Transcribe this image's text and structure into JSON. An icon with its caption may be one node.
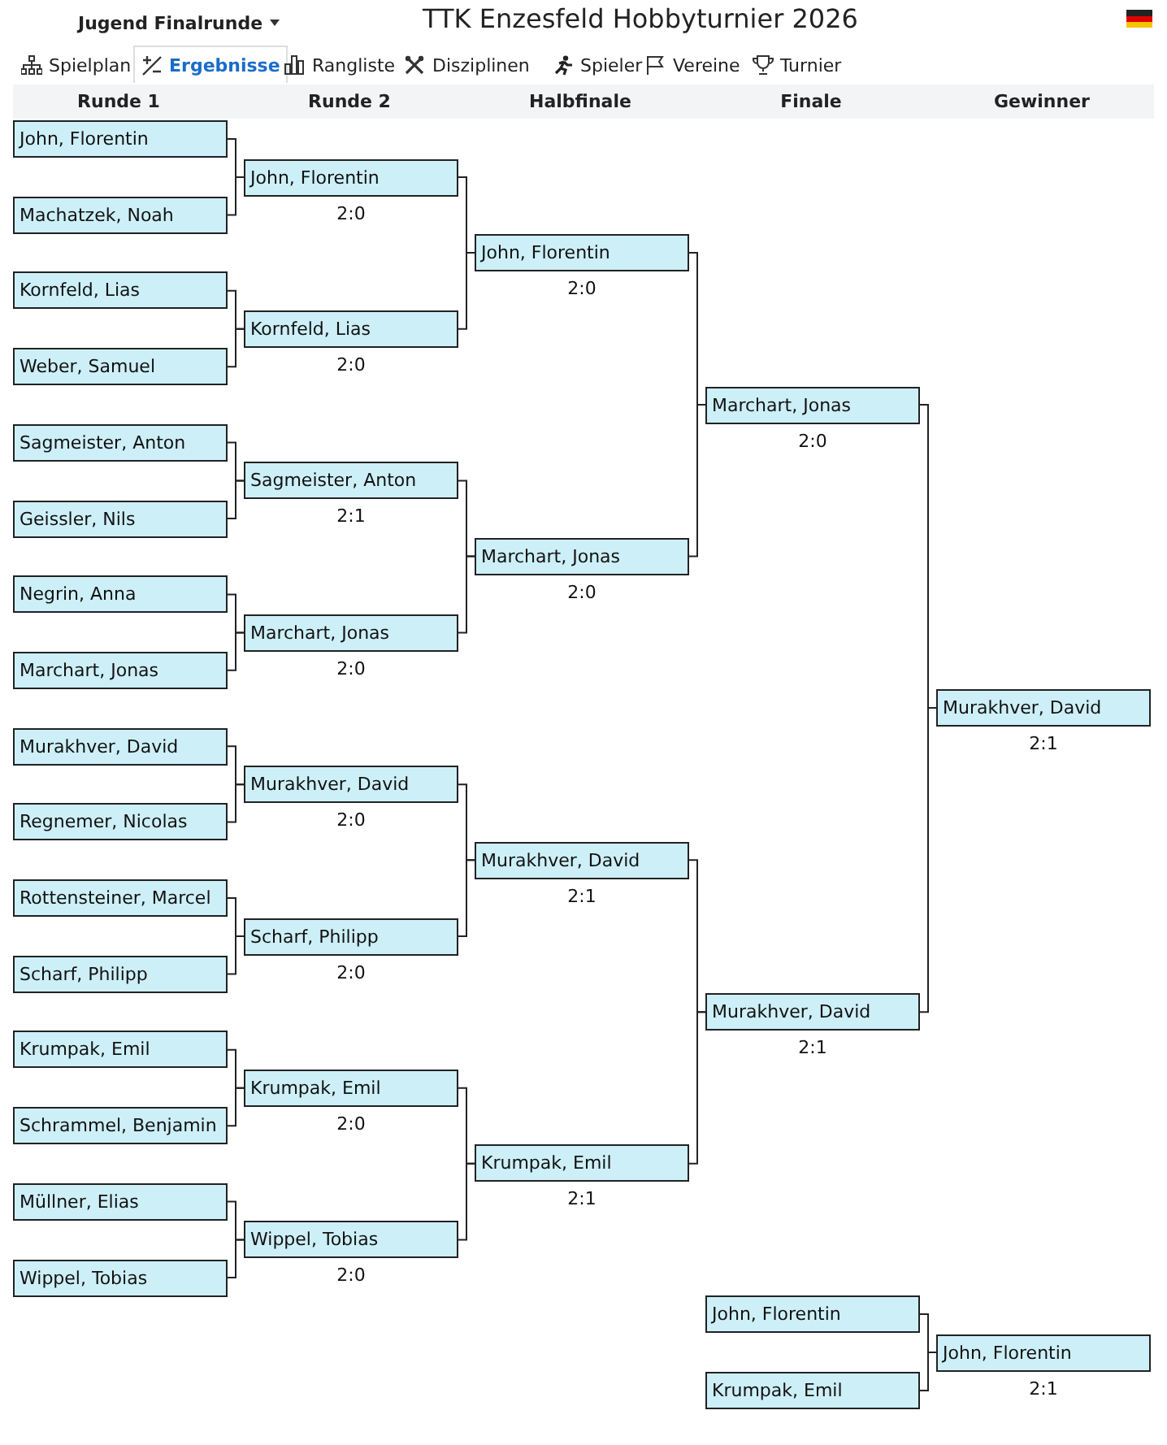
{
  "diagram": {
    "title": "TTK Enzesfeld Hobbyturnier 2026",
    "nodes": [
      {
        "text": [
          "John, Florentin"
        ]
      },
      {
        "text": [
          "Machatzek, Noah"
        ]
      },
      {
        "text": [
          "Kornfeld, Lias"
        ]
      },
      {
        "text": [
          "Weber, Samuel"
        ]
      },
      {
        "text": [
          "Sagmeister, Anton"
        ]
      },
      {
        "text": [
          "Geissler, Nils"
        ]
      },
      {
        "text": [
          "Negrin, Anna"
        ]
      },
      {
        "text": [
          "Marchart, Jonas"
        ]
      },
      {
        "text": [
          "Murakhver, David"
        ]
      },
      {
        "text": [
          "Regnemer, Nicolas"
        ]
      },
      {
        "text": [
          "Rottensteiner, Marcel"
        ]
      },
      {
        "text": [
          "Scharf, Philipp"
        ]
      },
      {
        "text": [
          "Krumpak, Emil"
        ]
      },
      {
        "text": [
          "Schrammel, Benjamin"
        ]
      },
      {
        "text": [
          "Müllner, Elias"
        ]
      },
      {
        "text": [
          "Wippel, Tobias"
        ]
      },
      {
        "text": [
          "John, Florentin"
        ],
        "beside": [
          "2:0"
        ]
      },
      {
        "text": [
          "Kornfeld, Lias"
        ],
        "beside": [
          "2:0"
        ]
      },
      {
        "text": [
          "Sagmeister, Anton"
        ],
        "beside": [
          "2:1"
        ]
      },
      {
        "text": [
          "Marchart, Jonas"
        ],
        "beside": [
          "2:0"
        ]
      },
      {
        "text": [
          "Murakhver, David"
        ],
        "beside": [
          "2:0"
        ]
      },
      {
        "text": [
          "Scharf, Philipp"
        ],
        "beside": [
          "2:0"
        ]
      },
      {
        "text": [
          "Krumpak, Emil"
        ],
        "beside": [
          "2:0"
        ]
      },
      {
        "text": [
          "Wippel, Tobias"
        ],
        "beside": [
          "2:0"
        ]
      },
      {
        "text": [
          "John, Florentin"
        ],
        "beside": [
          "2:0"
        ]
      },
      {
        "text": [
          "Marchart, Jonas"
        ],
        "beside": [
          "2:0"
        ]
      },
      {
        "text": [
          "Murakhver, David"
        ],
        "beside": [
          "2:1"
        ]
      },
      {
        "text": [
          "Krumpak, Emil"
        ],
        "beside": [
          "2:1"
        ]
      },
      {
        "text": [
          "Marchart, Jonas"
        ],
        "beside": [
          "2:0"
        ]
      },
      {
        "text": [
          "Murakhver, David"
        ],
        "beside": [
          "2:1"
        ]
      },
      {
        "text": [
          "Murakhver, David"
        ],
        "beside": [
          "2:1"
        ]
      },
      {
        "text": [
          "John, Florentin"
        ]
      },
      {
        "text": [
          "Krumpak, Emil"
        ]
      },
      {
        "text": [
          "John, Florentin"
        ],
        "beside": [
          "2:1"
        ]
      }
    ],
    "edges": [
      {
        "from": 0,
        "to": 16,
        "arrow": "none"
      },
      {
        "from": 1,
        "to": 16,
        "arrow": "none"
      },
      {
        "from": 2,
        "to": 17,
        "arrow": "none"
      },
      {
        "from": 3,
        "to": 17,
        "arrow": "none"
      },
      {
        "from": 4,
        "to": 18,
        "arrow": "none"
      },
      {
        "from": 5,
        "to": 18,
        "arrow": "none"
      },
      {
        "from": 6,
        "to": 19,
        "arrow": "none"
      },
      {
        "from": 7,
        "to": 19,
        "arrow": "none"
      },
      {
        "from": 8,
        "to": 20,
        "arrow": "none"
      },
      {
        "from": 9,
        "to": 20,
        "arrow": "none"
      },
      {
        "from": 10,
        "to": 21,
        "arrow": "none"
      },
      {
        "from": 11,
        "to": 21,
        "arrow": "none"
      },
      {
        "from": 12,
        "to": 22,
        "arrow": "none"
      },
      {
        "from": 13,
        "to": 22,
        "arrow": "none"
      },
      {
        "from": 14,
        "to": 23,
        "arrow": "none"
      },
      {
        "from": 15,
        "to": 23,
        "arrow": "none"
      },
      {
        "from": 16,
        "to": 24,
        "arrow": "none"
      },
      {
        "from": 17,
        "to": 24,
        "arrow": "none"
      },
      {
        "from": 18,
        "to": 25,
        "arrow": "none"
      },
      {
        "from": 19,
        "to": 25,
        "arrow": "none"
      },
      {
        "from": 20,
        "to": 26,
        "arrow": "none"
      },
      {
        "from": 21,
        "to": 26,
        "arrow": "none"
      },
      {
        "from": 22,
        "to": 27,
        "arrow": "none"
      },
      {
        "from": 23,
        "to": 27,
        "arrow": "none"
      },
      {
        "from": 24,
        "to": 28,
        "arrow": "none"
      },
      {
        "from": 25,
        "to": 28,
        "arrow": "none"
      },
      {
        "from": 26,
        "to": 29,
        "arrow": "none"
      },
      {
        "from": 27,
        "to": 29,
        "arrow": "none"
      },
      {
        "from": 28,
        "to": 30,
        "arrow": "none"
      },
      {
        "from": 29,
        "to": 30,
        "arrow": "none"
      },
      {
        "from": 31,
        "to": 33,
        "arrow": "none"
      },
      {
        "from": 32,
        "to": 33,
        "arrow": "none"
      }
    ],
    "labels": [
      "Jugend Finalrunde",
      "Spielplan",
      "Ergebnisse",
      "Rangliste",
      "Disziplinen",
      "Spieler",
      "Vereine",
      "Turnier",
      "Runde 1",
      "Runde 2",
      "Halbfinale",
      "Finale",
      "Gewinner"
    ]
  }
}
